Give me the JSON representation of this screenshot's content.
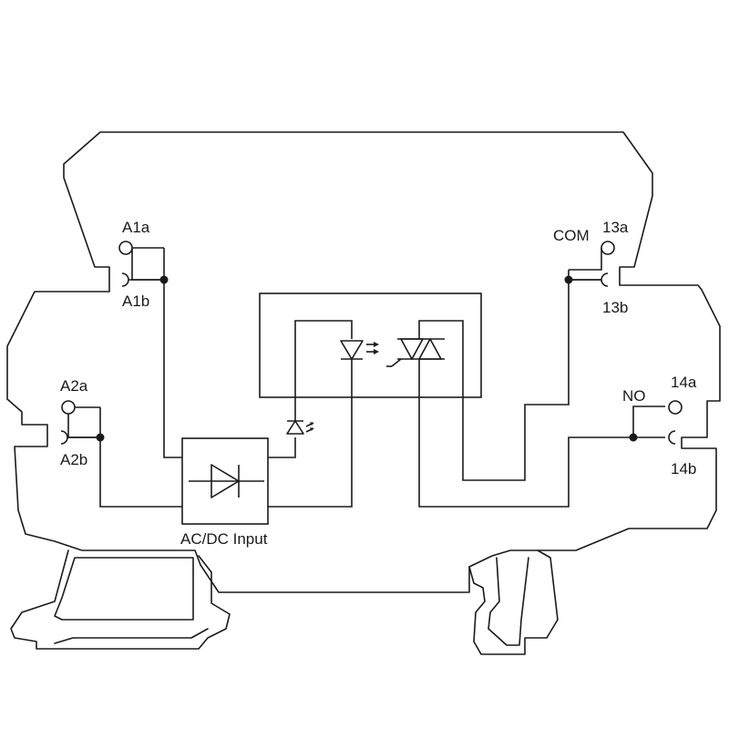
{
  "terminals": {
    "a1a": "A1a",
    "a1b": "A1b",
    "a2a": "A2a",
    "a2b": "A2b",
    "com": "COM",
    "t13a": "13a",
    "t13b": "13b",
    "no": "NO",
    "t14a": "14a",
    "t14b": "14b"
  },
  "blocks": {
    "input": "AC/DC Input"
  },
  "colors": {
    "line": "#1a1a1a",
    "background": "#ffffff"
  }
}
